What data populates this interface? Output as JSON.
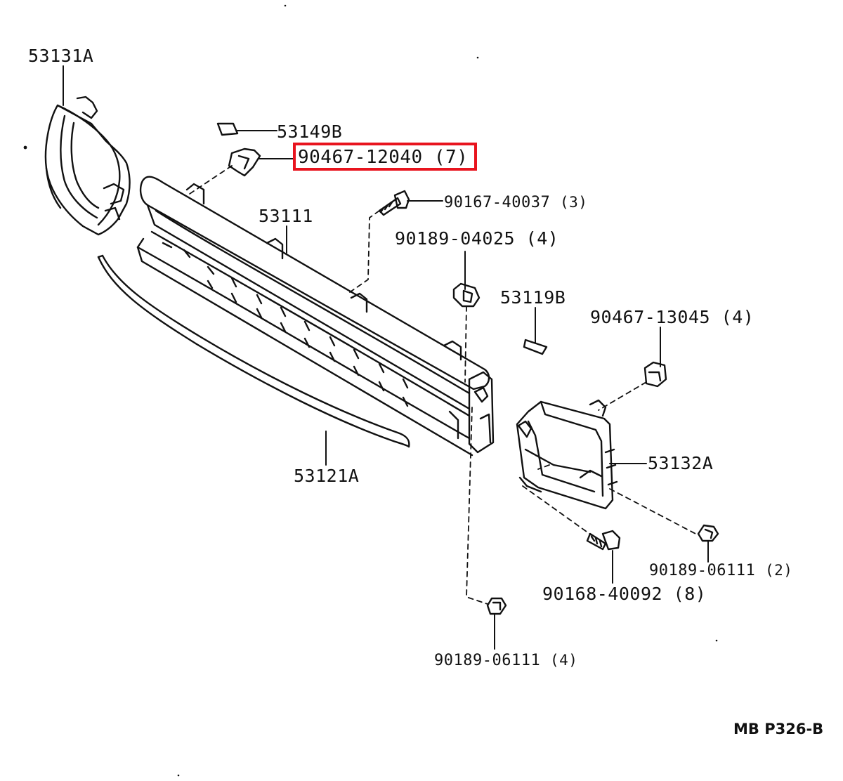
{
  "diagram": {
    "accent_color": "#e8141e",
    "line_color": "#111111",
    "reference_code": "MB P326-B",
    "highlighted_part": "90467-12040",
    "parts": [
      {
        "id": "p-53131A",
        "number": "53131A",
        "qty": ""
      },
      {
        "id": "p-53149B",
        "number": "53149B",
        "qty": ""
      },
      {
        "id": "p-90467-12040",
        "number": "90467-12040",
        "qty": "(7)"
      },
      {
        "id": "p-90167-40037",
        "number": "90167-40037",
        "qty": "(3)"
      },
      {
        "id": "p-53111",
        "number": "53111",
        "qty": ""
      },
      {
        "id": "p-90189-04025",
        "number": "90189-04025",
        "qty": "(4)"
      },
      {
        "id": "p-53119B",
        "number": "53119B",
        "qty": ""
      },
      {
        "id": "p-90467-13045",
        "number": "90467-13045",
        "qty": "(4)"
      },
      {
        "id": "p-53132A",
        "number": "53132A",
        "qty": ""
      },
      {
        "id": "p-53121A",
        "number": "53121A",
        "qty": ""
      },
      {
        "id": "p-90189-06111-a",
        "number": "90189-06111",
        "qty": "(2)"
      },
      {
        "id": "p-90168-40092",
        "number": "90168-40092",
        "qty": "(8)"
      },
      {
        "id": "p-90189-06111-b",
        "number": "90189-06111",
        "qty": "(4)"
      }
    ]
  }
}
